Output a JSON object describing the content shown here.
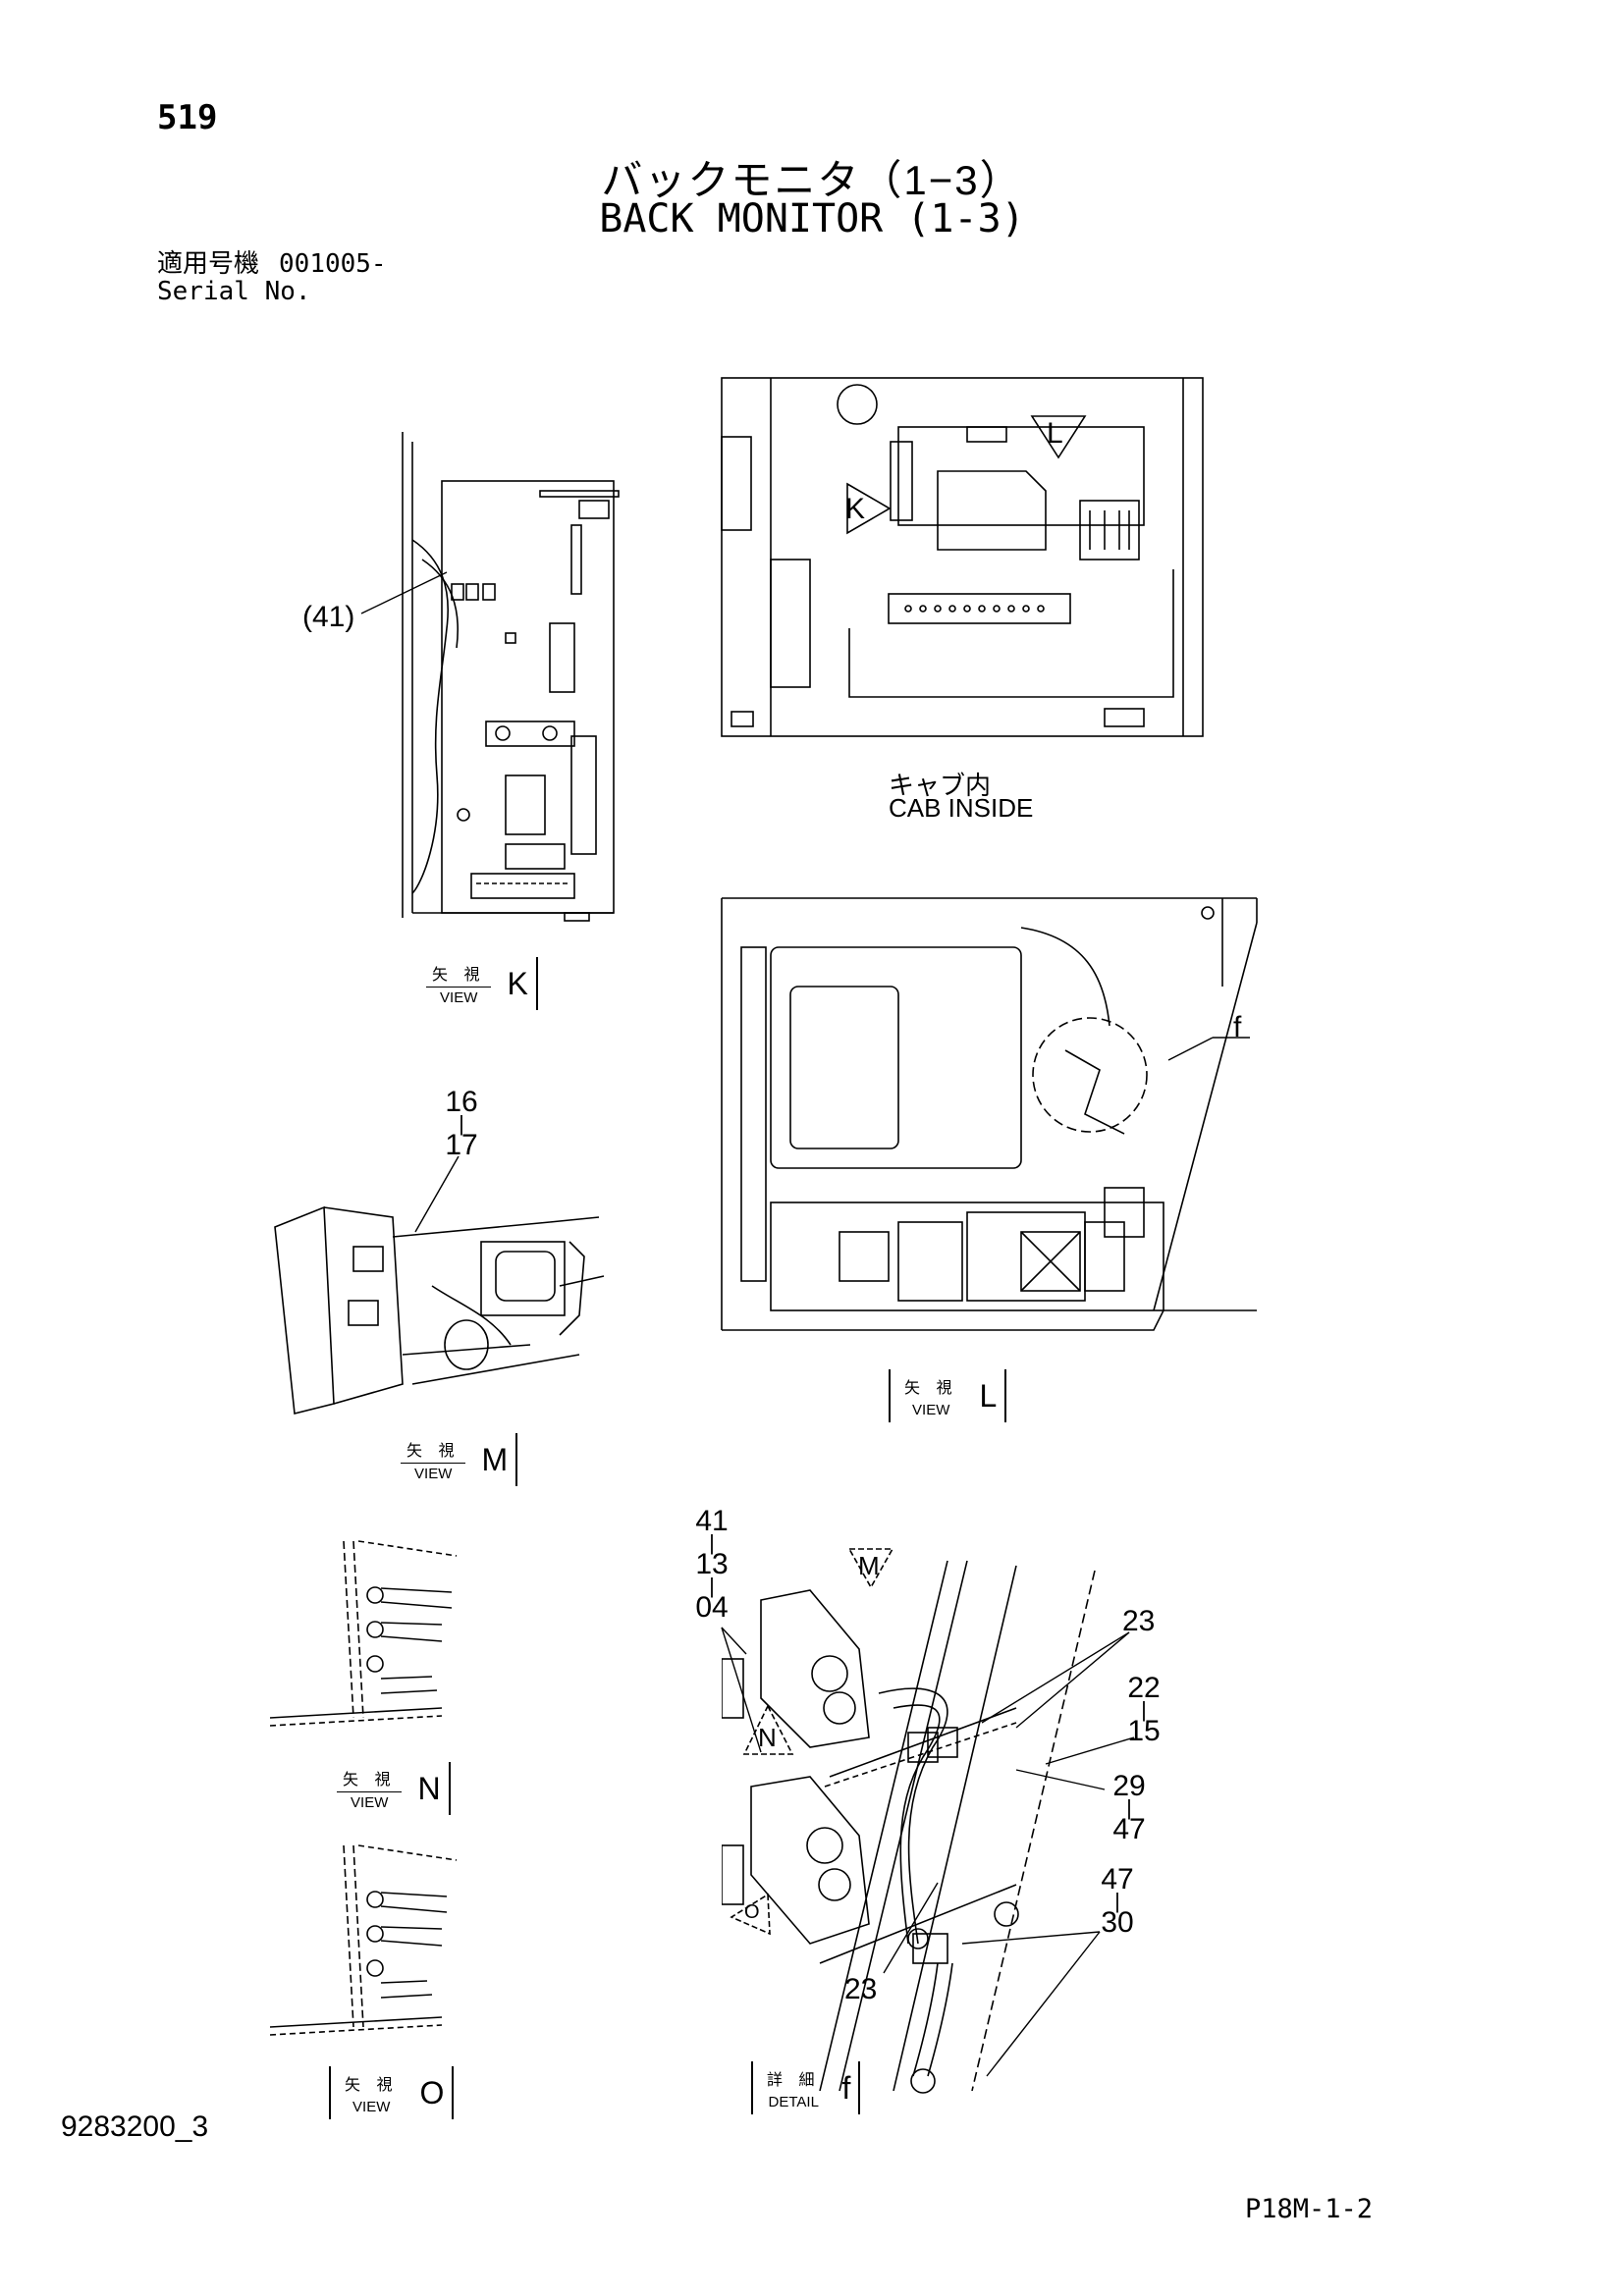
{
  "header": {
    "page_number": "519",
    "title_jp": "バックモニタ（1−3）",
    "title_en": "BACK MONITOR (1-3)",
    "serial_label_jp": "適用号機",
    "serial_value": "001005-",
    "serial_label_en": "Serial No."
  },
  "views": {
    "cab_inside_jp": "キャブ内",
    "cab_inside_en": "CAB INSIDE",
    "view_k": {
      "jp": "矢 視",
      "en": "VIEW",
      "letter": "K"
    },
    "view_l": {
      "jp": "矢 視",
      "en": "VIEW",
      "letter": "L"
    },
    "view_m": {
      "jp": "矢 視",
      "en": "VIEW",
      "letter": "M"
    },
    "view_n": {
      "jp": "矢 視",
      "en": "VIEW",
      "letter": "N"
    },
    "view_o": {
      "jp": "矢 視",
      "en": "VIEW",
      "letter": "O"
    },
    "detail_f": {
      "jp": "詳 細",
      "en": "DETAIL",
      "letter": "f"
    }
  },
  "callouts": {
    "c41_paren": "(41)",
    "c16": "16",
    "c17": "17",
    "c41": "41",
    "c13": "13",
    "c04": "04",
    "c23_top": "23",
    "c22": "22",
    "c15": "15",
    "c29": "29",
    "c47a": "47",
    "c47b": "47",
    "c30": "30",
    "c23_bottom": "23",
    "arrow_k": "K",
    "arrow_l": "L",
    "arrow_m": "M",
    "arrow_n": "N",
    "arrow_o": "O",
    "detail_marker": "f"
  },
  "footer": {
    "drawing_no": "9283200_3",
    "sheet_code": "P18M-1-2"
  }
}
